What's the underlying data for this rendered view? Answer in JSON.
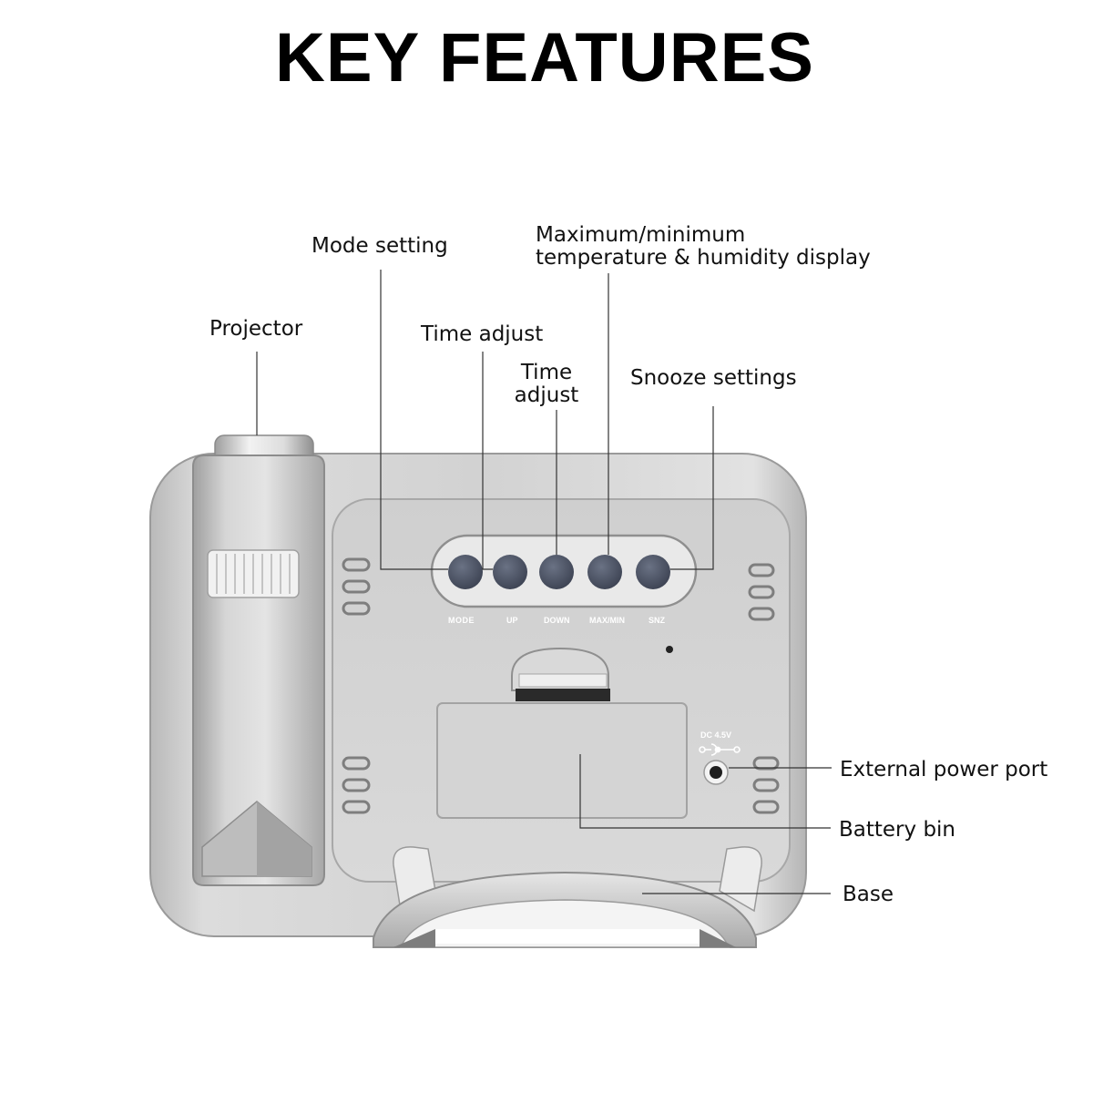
{
  "title": "KEY FEATURES",
  "labels": {
    "mode_setting": "Mode setting",
    "max_min_line1": "Maximum/minimum",
    "max_min_line2": "temperature & humidity display",
    "projector": "Projector",
    "time_adjust_1": "Time adjust",
    "time_adjust_2_line1": "Time",
    "time_adjust_2_line2": "adjust",
    "snooze_settings": "Snooze settings",
    "external_power_port": "External power port",
    "battery_bin": "Battery bin",
    "base": "Base"
  },
  "device": {
    "button_labels": [
      "MODE",
      "UP",
      "DOWN",
      "MAX/MIN",
      "SNZ"
    ],
    "dc_label": "DC 4.5V",
    "button_color": "#4a5161",
    "body_color": "#c9c9c9"
  }
}
